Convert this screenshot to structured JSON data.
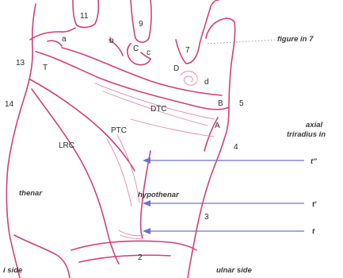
{
  "labels": {
    "finger_11": "11",
    "finger_9": "9",
    "finger_7": "7",
    "area_13": "13",
    "area_14": "14",
    "area_5": "5",
    "area_4": "4",
    "area_3": "3",
    "area_2": "2",
    "triradius_a": "a",
    "triradius_b": "b",
    "triradius_c": "c",
    "triradius_d": "d",
    "crease_A": "A",
    "crease_B": "B",
    "crease_C": "C",
    "crease_D": "D",
    "crease_T": "T",
    "dtc": "DTC",
    "ptc": "PTC",
    "lrc": "LRC"
  },
  "annotations": {
    "figure_ref": "figure in 7",
    "axial_line1": "axial",
    "axial_line2": "triradius in",
    "t_triple": "t''",
    "t_prime": "t'",
    "t_base": "t"
  },
  "regions": {
    "thenar": "thenar",
    "hypothenar": "hypothenar",
    "radial_side": "i side",
    "ulnar_side": "ulnar side"
  },
  "colors": {
    "outline": "#d0407a",
    "arrow": "#6f6fd6"
  }
}
